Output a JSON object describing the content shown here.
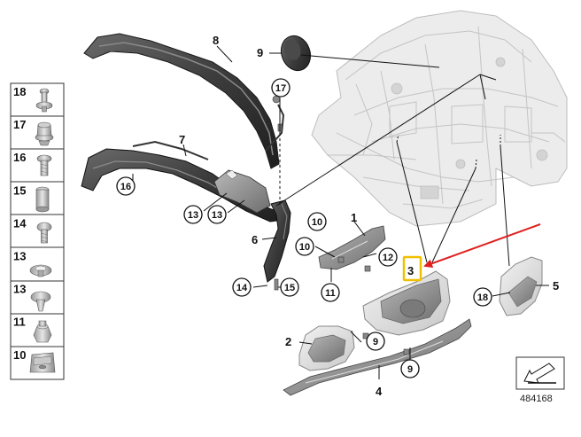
{
  "parts_column": [
    "18",
    "17",
    "16",
    "15",
    "14",
    "13",
    "13",
    "11",
    "10"
  ],
  "labels": {
    "part_1": "1",
    "part_2": "2",
    "part_3": "3",
    "part_4": "4",
    "part_5": "5",
    "part_6": "6",
    "part_7": "7",
    "part_8": "8",
    "part_9_top": "9",
    "part_9_mid": "9",
    "part_9_low": "9",
    "part_10_a": "10",
    "part_10_b": "10",
    "part_11": "11",
    "part_12": "12",
    "part_13_a": "13",
    "part_13_b": "13",
    "part_14": "14",
    "part_15": "15",
    "part_16": "16",
    "part_17": "17",
    "part_18": "18"
  },
  "reference_number": "484168",
  "colors": {
    "highlight_box": "#f0c000",
    "pointer_arrow": "#e02020",
    "part_gray": "#8c8c8c",
    "body_gray": "#d6d6d6"
  }
}
